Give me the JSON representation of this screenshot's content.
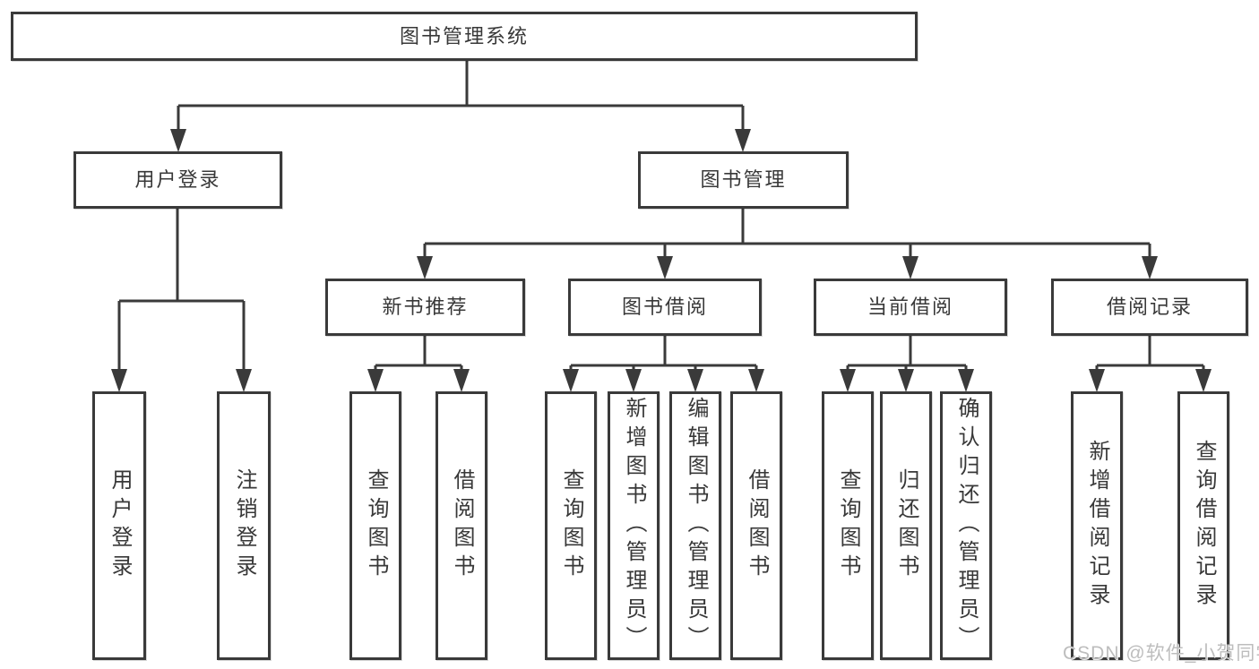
{
  "diagram": {
    "root": {
      "label": "图书管理系统"
    },
    "branches": [
      {
        "label": "用户登录",
        "children": [
          {
            "label": "用户登录"
          },
          {
            "label": "注销登录"
          }
        ]
      },
      {
        "label": "图书管理",
        "children": [
          {
            "label": "新书推荐",
            "children": [
              {
                "label": "查询图书"
              },
              {
                "label": "借阅图书"
              }
            ]
          },
          {
            "label": "图书借阅",
            "children": [
              {
                "label": "查询图书"
              },
              {
                "label": "新增图书（管理员）"
              },
              {
                "label": "编辑图书（管理员）"
              },
              {
                "label": "借阅图书"
              }
            ]
          },
          {
            "label": "当前借阅",
            "children": [
              {
                "label": "查询图书"
              },
              {
                "label": "归还图书"
              },
              {
                "label": "确认归还（管理员）"
              }
            ]
          },
          {
            "label": "借阅记录",
            "children": [
              {
                "label": "新增借阅记录"
              },
              {
                "label": "查询借阅记录"
              }
            ]
          }
        ]
      }
    ]
  },
  "watermark": {
    "text": "CSDN @软件_小贺同学"
  },
  "colors": {
    "line": "#3a3a3a",
    "box_border": "#3a3a3a",
    "text": "#383838",
    "watermark": "#bdbdbd",
    "background": "#ffffff"
  }
}
